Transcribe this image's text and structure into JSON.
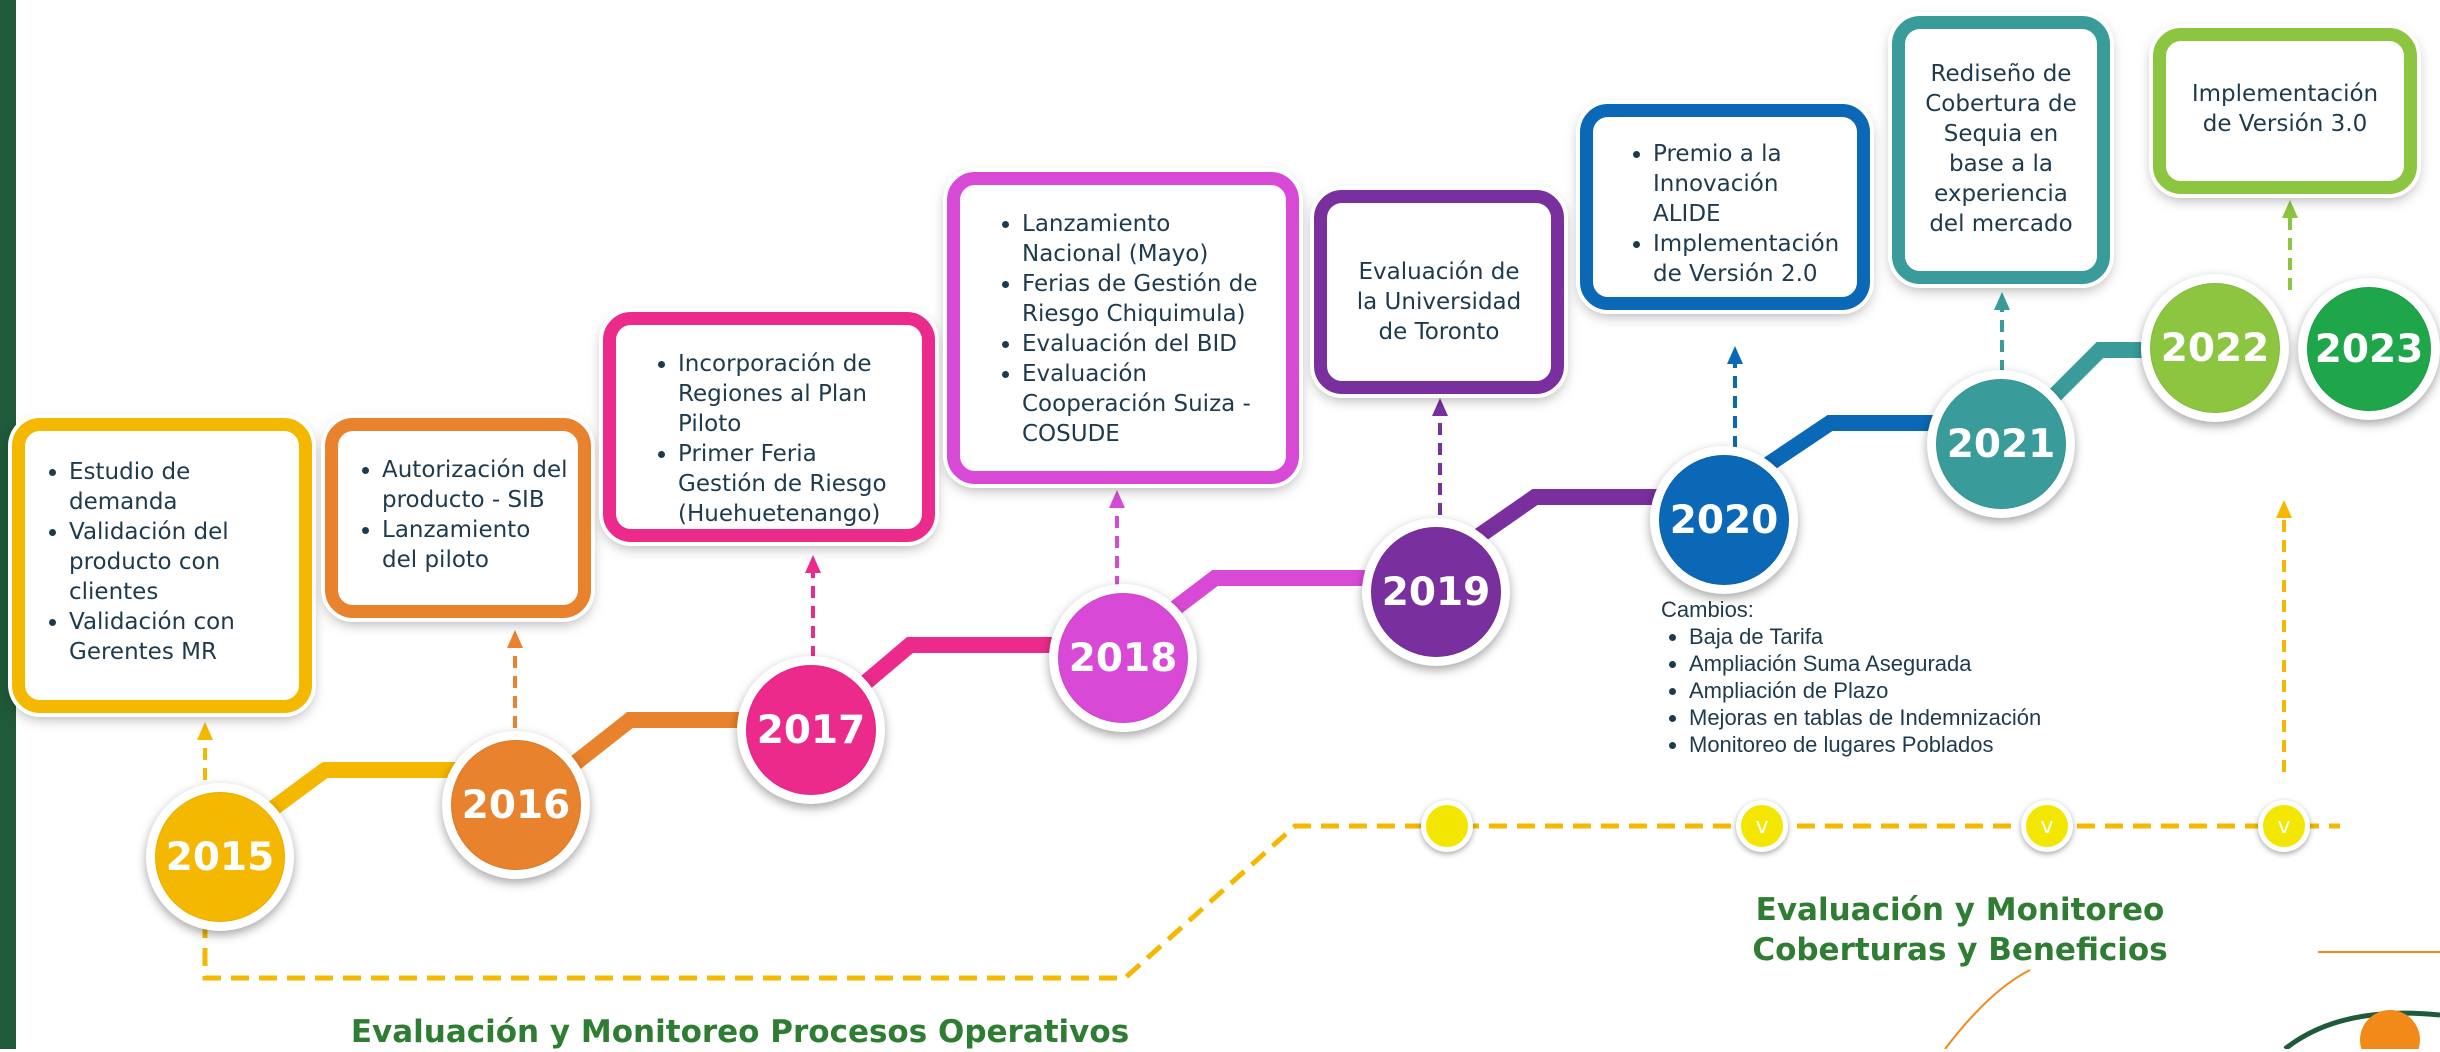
{
  "timeline": [
    {
      "year": "2015",
      "color": "#f5b800",
      "items": [
        "Estudio de demanda",
        "Validación del producto con clientes",
        "Validación con Gerentes MR"
      ]
    },
    {
      "year": "2016",
      "color": "#e8822c",
      "items": [
        "Autorización del producto - SIB",
        "Lanzamiento del piloto"
      ]
    },
    {
      "year": "2017",
      "color": "#ec2a8c",
      "items": [
        "Incorporación de Regiones al Plan Piloto",
        "Primer Feria Gestión de Riesgo (Huehuetenango)"
      ]
    },
    {
      "year": "2018",
      "color": "#d84ad6",
      "items": [
        "Lanzamiento Nacional (Mayo)",
        "Ferias de Gestión de Riesgo Chiquimula)",
        "Evaluación del BID",
        "Evaluación Cooperación Suiza - COSUDE"
      ]
    },
    {
      "year": "2019",
      "color": "#7a2f9f",
      "text": "Evaluación de la Universidad de Toronto"
    },
    {
      "year": "2020",
      "color": "#0a68b6",
      "items": [
        "Premio a la Innovación ALIDE",
        "Implementación de Versión 2.0"
      ]
    },
    {
      "year": "2021",
      "color": "#3a9c9a",
      "text": "Rediseño de Cobertura de Sequia en base a la experiencia del mercado"
    },
    {
      "year": "2022",
      "color": "#8cc540",
      "text": "Implementación de Versión 3.0"
    },
    {
      "year": "2023",
      "color": "#1fa64a"
    }
  ],
  "changes": {
    "title": "Cambios:",
    "items": [
      "Baja de Tarifa",
      "Ampliación Suma Asegurada",
      "Ampliación de Plazo",
      "Mejoras en tablas de Indemnización",
      "Monitoreo de lugares Poblados"
    ]
  },
  "markers": [
    "v",
    "v",
    "v"
  ],
  "labels": {
    "operational": "Evaluación y Monitoreo Procesos Operativos",
    "coverage_line1": "Evaluación y Monitoreo",
    "coverage_line2": "Coberturas y Beneficios"
  }
}
